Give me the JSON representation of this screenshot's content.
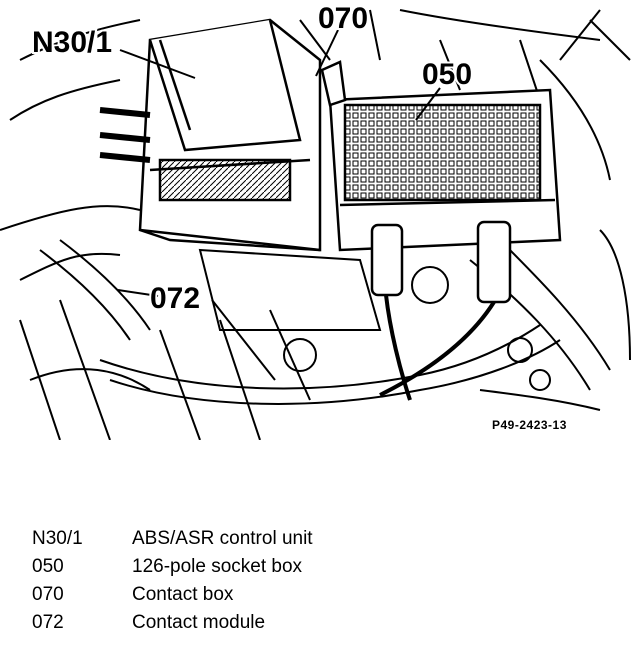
{
  "figure": {
    "callouts": {
      "n30_1": "N30/1",
      "c070": "070",
      "c050": "050",
      "c072": "072"
    },
    "reference_code": "P49-2423-13"
  },
  "legend": [
    {
      "code": "N30/1",
      "description": "ABS/ASR control unit"
    },
    {
      "code": "050",
      "description": "126-pole socket box"
    },
    {
      "code": "070",
      "description": "Contact box"
    },
    {
      "code": "072",
      "description": "Contact module"
    }
  ]
}
